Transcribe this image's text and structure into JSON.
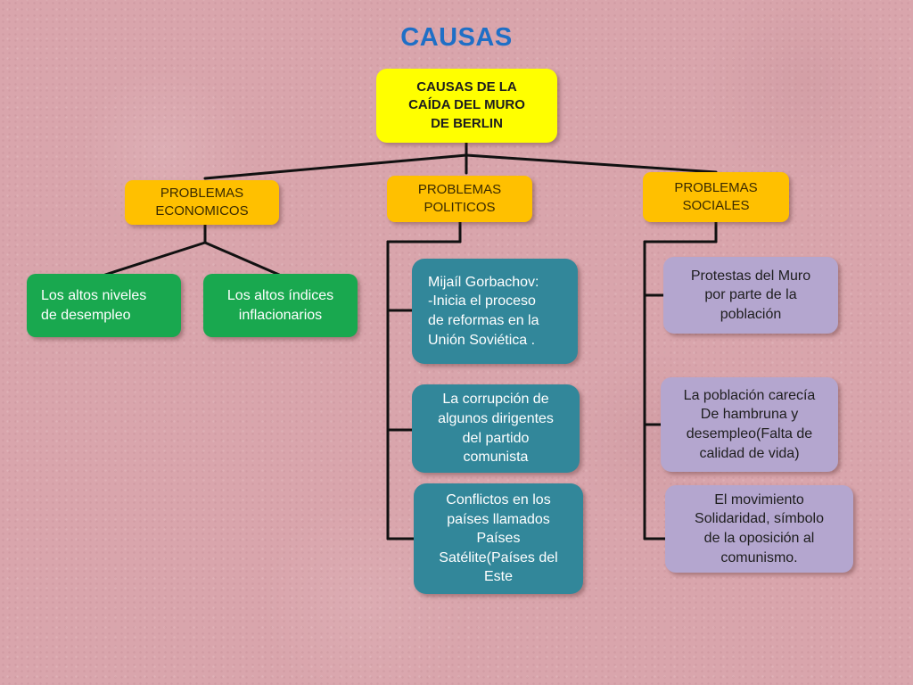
{
  "title": "CAUSAS",
  "root": {
    "line1": "CAUSAS DE LA",
    "line2": "CAÍDA DEL MURO",
    "line3": "DE BERLIN"
  },
  "categories": {
    "economic": {
      "line1": "PROBLEMAS",
      "line2": "ECONOMICOS"
    },
    "political": {
      "line1": "PROBLEMAS",
      "line2": "POLITICOS"
    },
    "social": {
      "line1": "PROBLEMAS",
      "line2": "SOCIALES"
    }
  },
  "economic_items": [
    {
      "line1": "Los altos niveles",
      "line2": "de desempleo"
    },
    {
      "line1": "Los altos índices",
      "line2": "inflacionarios"
    }
  ],
  "political_items": [
    {
      "line1": "Mijaíl Gorbachov:",
      "line2": "-Inicia el proceso",
      "line3": "de reformas en la",
      "line4": "Unión Soviética ."
    },
    {
      "line1": "La corrupción de",
      "line2": "algunos dirigentes",
      "line3": "del partido",
      "line4": "comunista"
    },
    {
      "line1": "Conflictos en los",
      "line2": "países llamados",
      "line3": "Países",
      "line4": "Satélite(Países del",
      "line5": "Este"
    }
  ],
  "social_items": [
    {
      "line1": "Protestas del Muro",
      "line2": "por parte de la",
      "line3": "población"
    },
    {
      "line1": "La población carecía",
      "line2": "De  hambruna y",
      "line3": "desempleo(Falta de",
      "line4": "calidad de vida)"
    },
    {
      "line1": "El movimiento",
      "line2": "Solidaridad, símbolo",
      "line3": "de la oposición al",
      "line4": "comunismo."
    }
  ],
  "colors": {
    "background": "#d9a5ac",
    "title": "#1f6fc6",
    "root": "#ffff00",
    "category": "#ffc000",
    "economic_items": "#19a84f",
    "political_items": "#32879a",
    "social_items": "#b4a6cf",
    "connector": "#111111"
  }
}
